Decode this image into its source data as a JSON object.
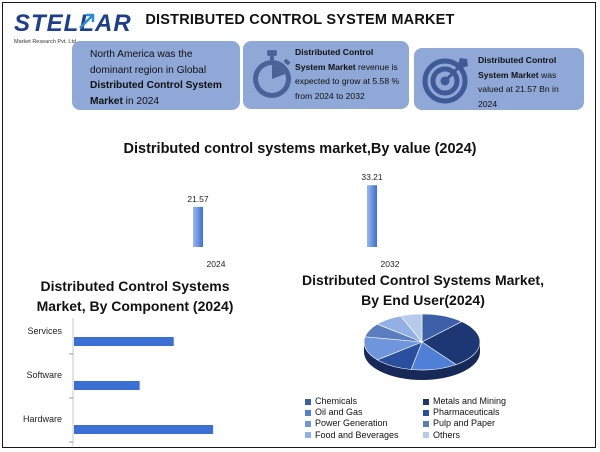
{
  "brand": {
    "name": "STELLAR",
    "tagline": "Market Research Pvt. Ltd."
  },
  "title": "DISTRIBUTED CONTROL SYSTEM MARKET",
  "cards": [
    {
      "parts": [
        "North America was the dominant region in Global ",
        "Distributed Control System Market",
        " in 2024"
      ],
      "icon": ""
    },
    {
      "parts": [
        "Distributed Control System Market",
        " revenue is expected to grow at 5.58 % from 2024 to 2032"
      ],
      "icon": "stopwatch-icon"
    },
    {
      "parts": [
        "Distributed Control System Market",
        " was valued at 21.57 Bn in 2024"
      ],
      "icon": "target-icon"
    }
  ],
  "colors": {
    "card_bg": "#8fa8d8",
    "brand_blue": "#1e3f8a",
    "bar_blue": "#3b6fd4"
  },
  "chart_data": [
    {
      "type": "bar",
      "title": "Distributed control systems market,By value (2024)",
      "categories": [
        "2024",
        "2032"
      ],
      "values": [
        21.57,
        33.21
      ],
      "value_labels": [
        "21.57",
        "33.21"
      ],
      "ylim": [
        0,
        36
      ]
    },
    {
      "type": "bar",
      "orientation": "horizontal",
      "title": "Distributed Control Systems Market, By Component (2024)",
      "title_lines": [
        "Distributed Control Systems",
        "Market, By Component (2024)"
      ],
      "categories": [
        "Services",
        "Software",
        "Hardware"
      ],
      "values": [
        38,
        25,
        53
      ],
      "xlim": [
        0,
        60
      ]
    },
    {
      "type": "pie",
      "title": "Distributed Control Systems Market, By End User(2024)",
      "title_lines": [
        "Distributed Control Systems Market,",
        "By End User(2024)"
      ],
      "categories": [
        "Chemicals",
        "Metals and Mining",
        "Oil and Gas",
        "Pharmaceuticals",
        "Power Generation",
        "Pulp and Paper",
        "Food and Beverages",
        "Others"
      ],
      "values": [
        12,
        28,
        13,
        11,
        14,
        8,
        8,
        6
      ],
      "colors": [
        "#3d5fa8",
        "#1d3775",
        "#4f7fd6",
        "#2a4f9e",
        "#6f95dd",
        "#5c7cc0",
        "#93b0e6",
        "#b8caec"
      ]
    }
  ]
}
